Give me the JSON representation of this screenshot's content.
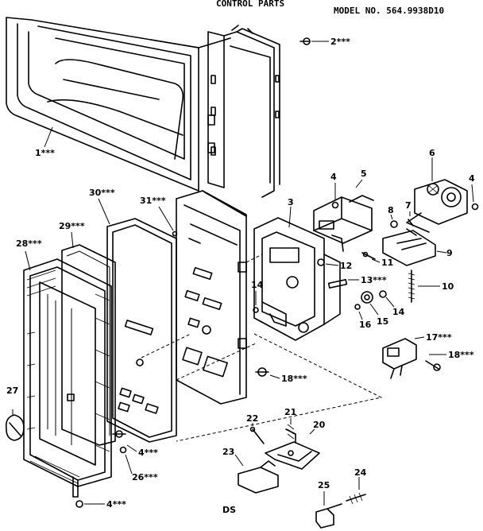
{
  "header": {
    "title": "CONTROL PARTS",
    "model": "MODEL NO. 564.9938D10"
  },
  "footer": {
    "code": "DS"
  },
  "parts": {
    "p1": "1***",
    "p2": "2***",
    "p3": "3",
    "p4a": "4",
    "p4b": "4",
    "p4c": "4***",
    "p4d": "4***",
    "p5": "5",
    "p6": "6",
    "p7": "7",
    "p8": "8",
    "p9": "9",
    "p10": "10",
    "p11": "11",
    "p12": "12",
    "p13": "13***",
    "p14a": "14",
    "p14b": "14",
    "p15": "15",
    "p16": "16",
    "p17": "17***",
    "p18a": "18***",
    "p18b": "18***",
    "p20": "20",
    "p21": "21",
    "p22": "22",
    "p23": "23",
    "p24": "24",
    "p25": "25",
    "p26": "26***",
    "p27": "27",
    "p28": "28***",
    "p29": "29***",
    "p30": "30***",
    "p31": "31***"
  }
}
